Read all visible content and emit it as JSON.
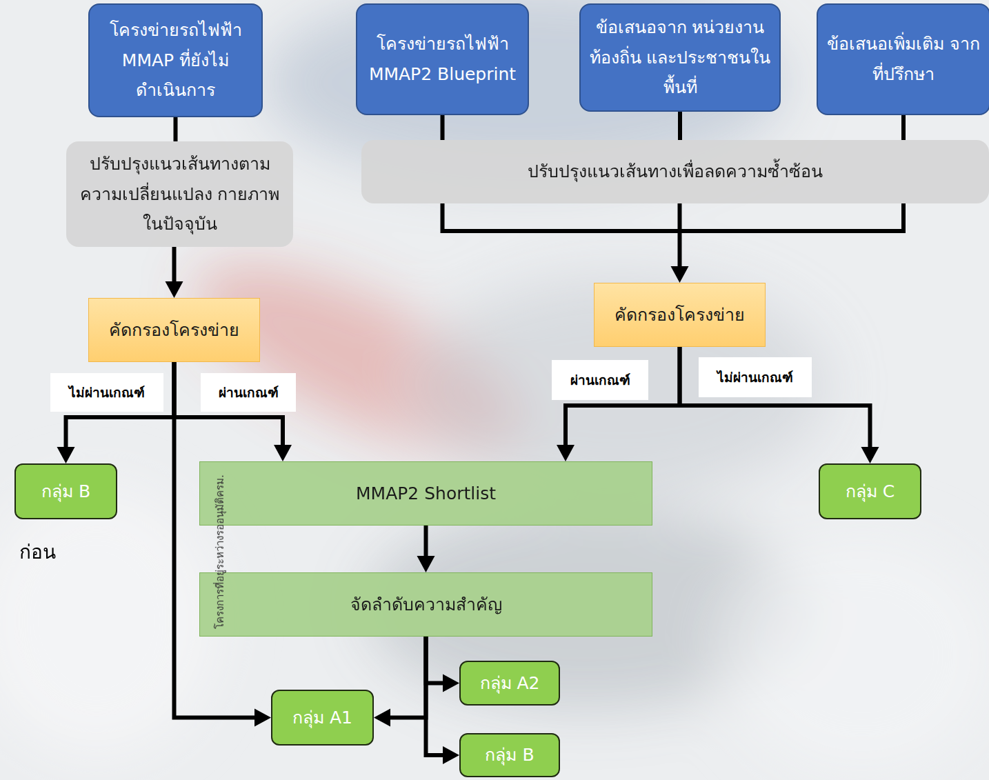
{
  "diagram": {
    "nodes": [
      {
        "text": [
          "โครงข่ายรถไฟฟ้า MMAP ที่ยังไม่ ดำเนินการ"
        ]
      },
      {
        "text": [
          "โครงข่ายรถไฟฟ้า MMAP2 Blueprint"
        ]
      },
      {
        "text": [
          "ข้อเสนอจาก หน่วยงานท้องถิ่น และประชาชนในพื้นที่"
        ]
      },
      {
        "text": [
          "ข้อเสนอเพิ่มเติม จากที่ปรึกษา"
        ]
      },
      {
        "text": [
          "ปรับปรุงแนวเส้นทางตาม ความเปลี่ยนแปลง กายภาพในปัจจุบัน"
        ]
      },
      {
        "text": [
          "ปรับปรุงแนวเส้นทางเพื่อลดความซ้ำซ้อน"
        ]
      },
      {
        "text": [
          "คัดกรองโครงข่าย"
        ]
      },
      {
        "text": [
          "คัดกรองโครงข่าย"
        ]
      },
      {
        "text": [
          "กลุ่ม B"
        ]
      },
      {
        "text": [
          "MMAP2 Shortlist"
        ]
      },
      {
        "text": [
          "กลุ่ม C"
        ]
      },
      {
        "text": [
          "จัดลำดับความสำคัญ"
        ]
      },
      {
        "text": [
          "กลุ่ม A2"
        ]
      },
      {
        "text": [
          "กลุ่ม A1"
        ]
      },
      {
        "text": [
          "กลุ่ม B"
        ]
      }
    ],
    "edges": [
      {
        "from": 0,
        "to": 4,
        "arrow": "none"
      },
      {
        "from": 1,
        "to": 5,
        "arrow": "none"
      },
      {
        "from": 2,
        "to": 5,
        "arrow": "none"
      },
      {
        "from": 3,
        "to": 5,
        "arrow": "none"
      },
      {
        "from": 4,
        "to": 6,
        "arrow": "to"
      },
      {
        "from": 5,
        "to": 7,
        "arrow": "to"
      },
      {
        "from": 6,
        "to": 8,
        "arrow": "to",
        "label": "ไม่ผ่านเกณฑ์"
      },
      {
        "from": 6,
        "to": 9,
        "arrow": "to",
        "label": "ผ่านเกณฑ์"
      },
      {
        "from": 6,
        "to": 13,
        "arrow": "to",
        "label": "โครงการที่อยู่ระหว่างรออนุมัติครม."
      },
      {
        "from": 7,
        "to": 9,
        "arrow": "to",
        "label": "ผ่านเกณฑ์"
      },
      {
        "from": 7,
        "to": 10,
        "arrow": "to",
        "label": "ไม่ผ่านเกณฑ์"
      },
      {
        "from": 9,
        "to": 11,
        "arrow": "to"
      },
      {
        "from": 11,
        "to": 12,
        "arrow": "to"
      },
      {
        "from": 11,
        "to": 13,
        "arrow": "to"
      },
      {
        "from": 11,
        "to": 14,
        "arrow": "to"
      }
    ],
    "labels": [
      "ก่อน"
    ]
  }
}
